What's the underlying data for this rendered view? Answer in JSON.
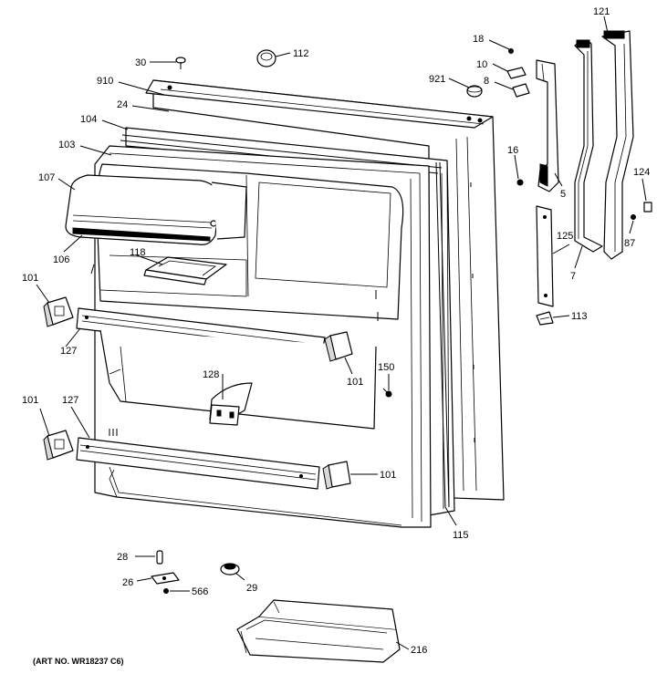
{
  "art_number": "(ART NO. WR18237 C6)",
  "part_labels": {
    "p30": "30",
    "p112": "112",
    "p910": "910",
    "p24": "24",
    "p104": "104",
    "p103": "103",
    "p107": "107",
    "p106": "106",
    "p118": "118",
    "p101a": "101",
    "p127a": "127",
    "p101b": "101",
    "p128": "128",
    "p150": "150",
    "p101c": "101",
    "p127b": "127",
    "p101d": "101",
    "p115": "115",
    "p18": "18",
    "p10": "10",
    "p8": "8",
    "p921": "921",
    "p16": "16",
    "p5": "5",
    "p121": "121",
    "p124": "124",
    "p87": "87",
    "p7": "7",
    "p125": "125",
    "p113": "113",
    "p28": "28",
    "p26": "26",
    "p566": "566",
    "p29": "29",
    "p216": "216"
  }
}
